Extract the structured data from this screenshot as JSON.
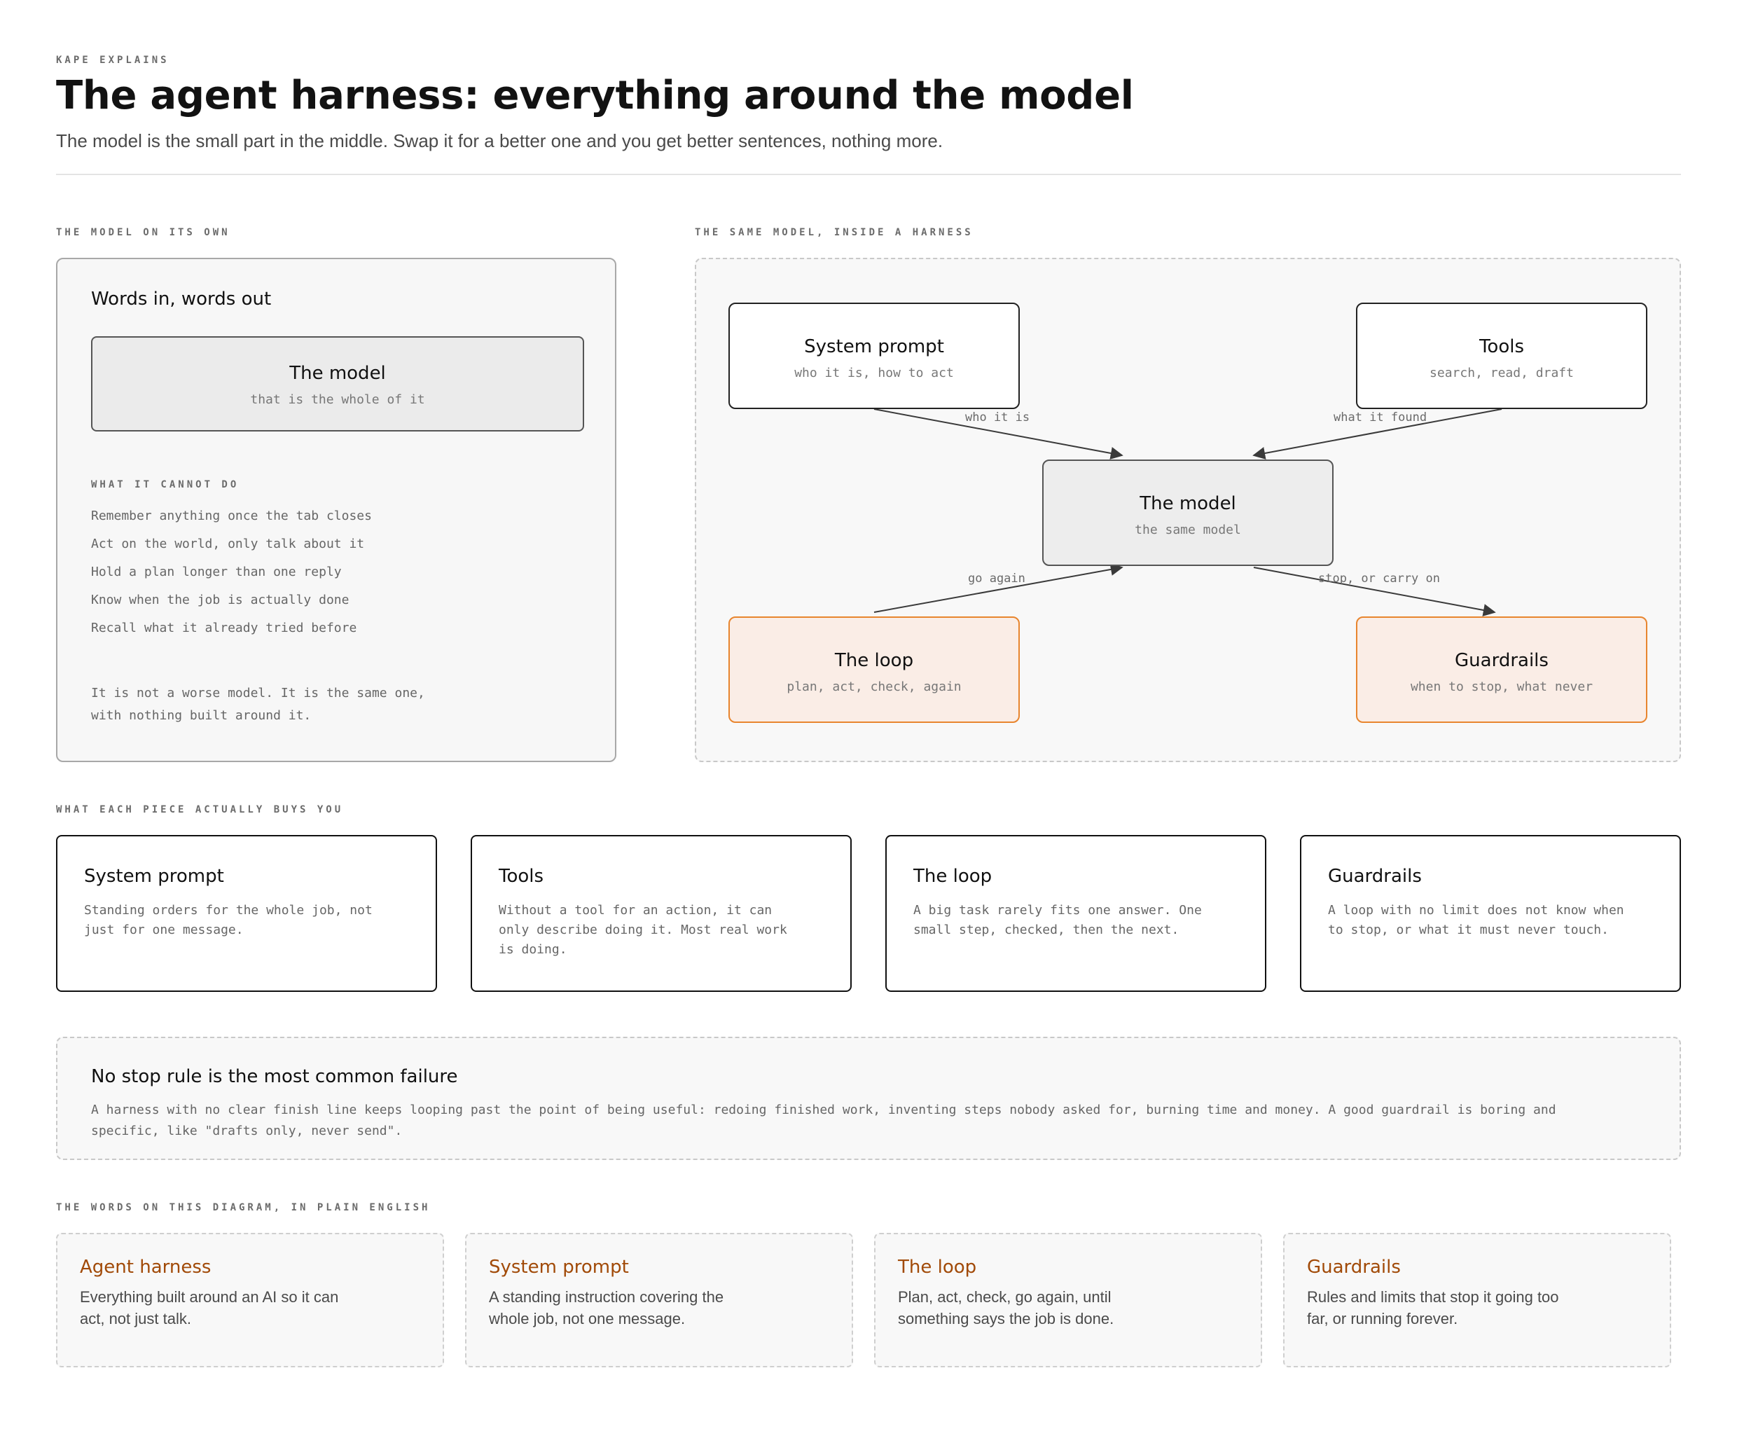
{
  "header": {
    "kicker": "KAPE EXPLAINS",
    "title": "The agent harness: everything around the model",
    "subtitle": "The model is the small part in the middle. Swap it for a better one and you get better sentences, nothing more."
  },
  "model_alone": {
    "section_label": "THE MODEL ON ITS OWN",
    "heading": "Words in, words out",
    "model_title": "The model",
    "model_sub": "that is the whole of it",
    "cannot_label": "WHAT IT CANNOT DO",
    "cannot_items": [
      "Remember anything once the tab closes",
      "Act on the world, only talk about it",
      "Hold a plan longer than one reply",
      "Know when the job is actually done",
      "Recall what it already tried before"
    ],
    "note_line1": "It is not a worse model. It is the same one,",
    "note_line2": "with nothing built around it."
  },
  "harness": {
    "section_label": "THE SAME MODEL, INSIDE A HARNESS",
    "nodes": {
      "system_prompt": {
        "title": "System prompt",
        "sub": "who it is, how to act"
      },
      "tools": {
        "title": "Tools",
        "sub": "search, read, draft"
      },
      "model": {
        "title": "The model",
        "sub": "the same model"
      },
      "loop": {
        "title": "The loop",
        "sub": "plan, act, check, again"
      },
      "guardrails": {
        "title": "Guardrails",
        "sub": "when to stop, what never"
      }
    },
    "edges": [
      {
        "from": "system_prompt",
        "to": "model",
        "label": "who it is"
      },
      {
        "from": "tools",
        "to": "model",
        "label": "what it found"
      },
      {
        "from": "loop",
        "to": "model",
        "label": "go again"
      },
      {
        "from": "model",
        "to": "guardrails",
        "label": "stop, or carry on"
      }
    ],
    "colors": {
      "accent_border": "#e8852e",
      "accent_fill": "#faede6",
      "model_fill": "#ededed"
    }
  },
  "pieces": {
    "section_label": "WHAT EACH PIECE ACTUALLY BUYS YOU",
    "items": [
      {
        "title": "System prompt",
        "desc": "Standing orders for the whole job, not just for one message."
      },
      {
        "title": "Tools",
        "desc": "Without a tool for an action, it can only describe doing it. Most real work is doing."
      },
      {
        "title": "The loop",
        "desc": "A big task rarely fits one answer. One small step, checked, then the next."
      },
      {
        "title": "Guardrails",
        "desc": "A loop with no limit does not know when to stop, or what it must never touch."
      }
    ]
  },
  "callout": {
    "title": "No stop rule is the most common failure",
    "body": "A harness with no clear finish line keeps looping past the point of being useful: redoing finished work, inventing steps nobody asked for, burning time and money. A good guardrail is boring and specific, like \"drafts only, never send\"."
  },
  "glossary": {
    "section_label": "THE WORDS ON THIS DIAGRAM, IN PLAIN ENGLISH",
    "items": [
      {
        "term": "Agent harness",
        "def": "Everything built around an AI so it can act, not just talk."
      },
      {
        "term": "System prompt",
        "def": "A standing instruction covering the whole job, not one message."
      },
      {
        "term": "The loop",
        "def": "Plan, act, check, go again, until something says the job is done."
      },
      {
        "term": "Guardrails",
        "def": "Rules and limits that stop it going too far, or running forever."
      }
    ],
    "term_color": "#a14a08"
  }
}
